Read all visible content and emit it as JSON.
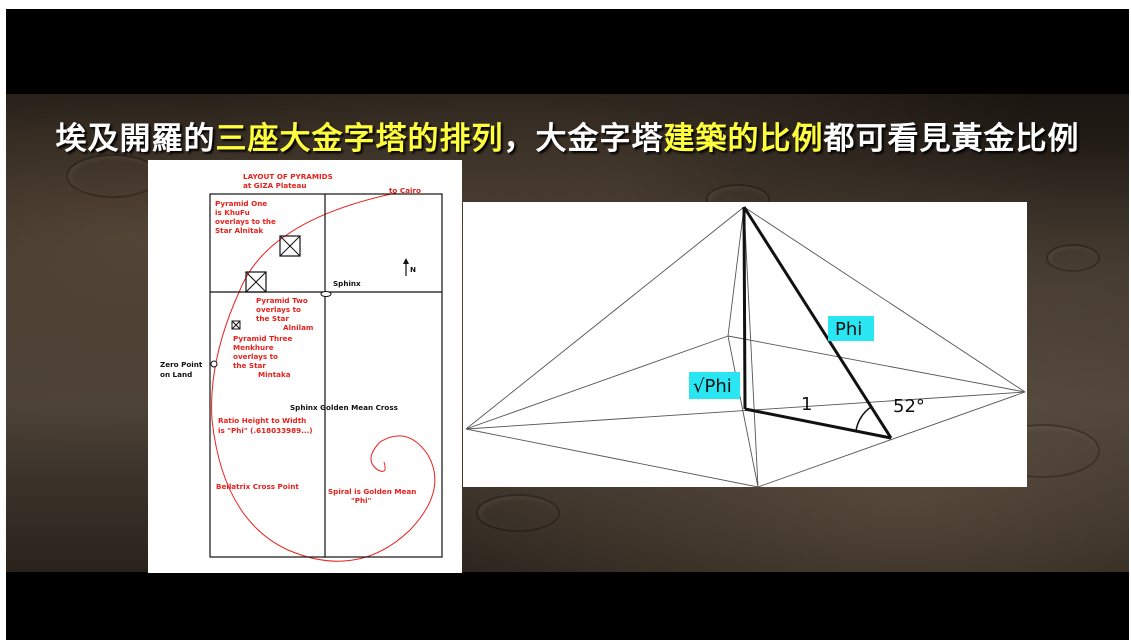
{
  "title": {
    "part1": "埃及開羅的",
    "part2": "三座大金字塔的排列",
    "part3": "，大金字塔",
    "part4": "建築的比例",
    "part5": "都可看見黃金比例"
  },
  "left_diagram": {
    "heading_line1": "LAYOUT OF PYRAMIDS",
    "heading_line2": "at GIZA Plateau",
    "to_cairo": "to Cairo",
    "pyramid_one": [
      "Pyramid One",
      "is KhuFu",
      "overlays to the",
      "Star Alnitak"
    ],
    "north": "N",
    "sphinx": "Sphinx",
    "pyramid_two": [
      "Pyramid Two",
      "overlays to",
      "the Star",
      "Alnilam"
    ],
    "pyramid_three": [
      "Pyramid Three",
      "Menkhure",
      "overlays to",
      "the Star",
      "Mintaka"
    ],
    "zero_point": [
      "Zero Point",
      "on Land"
    ],
    "golden_mean_cross": "Sphinx Golden Mean Cross",
    "ratio": [
      "Ratio Height to Width",
      "is \"Phi\" (.618033989...)"
    ],
    "bellatrix": "Bellatrix Cross Point",
    "spiral": [
      "Spiral is Golden Mean",
      "\"Phi\""
    ]
  },
  "right_diagram": {
    "phi": "Phi",
    "sqrt_phi": "√Phi",
    "one": "1",
    "angle": "52°",
    "label_bg": "#29e6f2"
  }
}
